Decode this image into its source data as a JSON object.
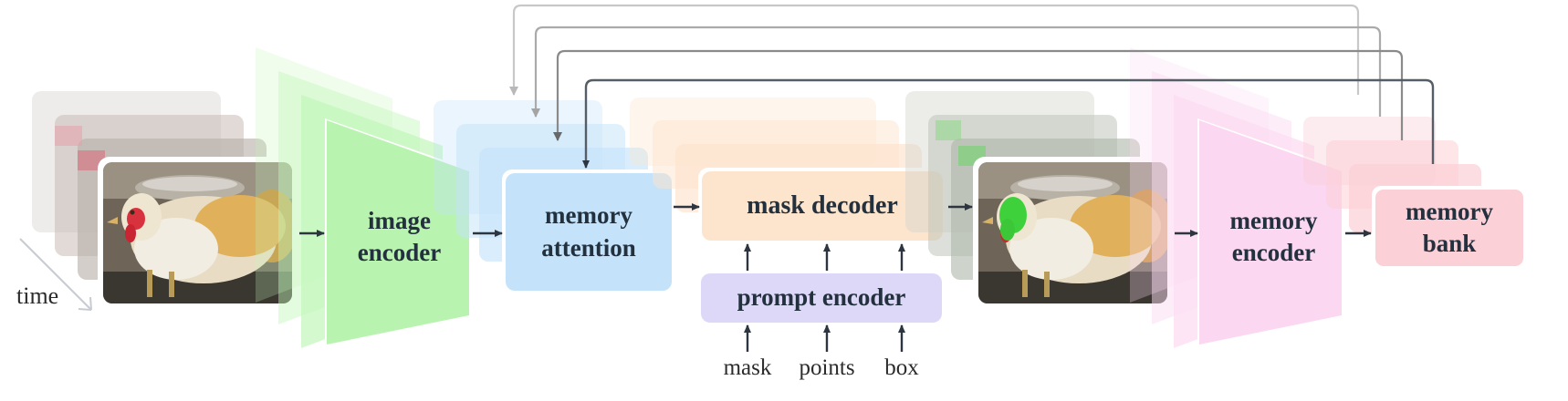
{
  "time_label": "time",
  "modules": {
    "image_encoder": {
      "line1": "image",
      "line2": "encoder"
    },
    "memory_attention": {
      "line1": "memory",
      "line2": "attention"
    },
    "mask_decoder": {
      "label": "mask decoder"
    },
    "prompt_encoder": {
      "label": "prompt encoder"
    },
    "memory_encoder": {
      "line1": "memory",
      "line2": "encoder"
    },
    "memory_bank": {
      "line1": "memory",
      "line2": "bank"
    }
  },
  "prompt_inputs": [
    "mask",
    "points",
    "box"
  ],
  "colors": {
    "image_encoder": "#c2f7b9",
    "memory_attention": "#c4e3fa",
    "mask_decoder": "#fde4cc",
    "prompt_encoder": "#ddd8f8",
    "memory_encoder": "#fcdcf3",
    "memory_bank": "#fbd0d6",
    "arrow": "#2c3540",
    "feedback_arrow": "#b5b5b5",
    "mask_overlay": "#3fd13c"
  }
}
